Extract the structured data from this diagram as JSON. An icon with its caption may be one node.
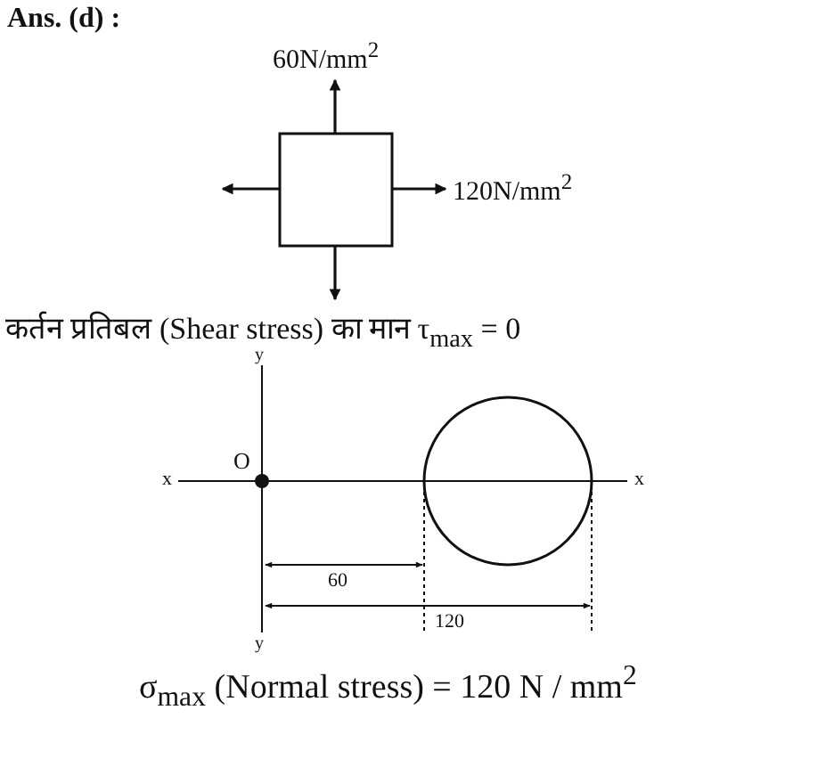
{
  "diagram": {
    "title": "Ans. (d) :",
    "nodes": [
      {
        "text": [],
        "shape": "box"
      },
      {
        "text": [],
        "shape": "circle"
      }
    ],
    "edges": [],
    "labels": [
      "60N/mm$^{2}$",
      "120N/mm$^{2}$",
      "कर्तन प्रतिबल (Shear stress) का मान  τ$_{max}$ = 0",
      "y",
      "x",
      "O",
      "x",
      "60",
      "120",
      "y",
      "σ$_{max}$ (Normal stress) = 120 N / mm$^{2}$"
    ]
  }
}
